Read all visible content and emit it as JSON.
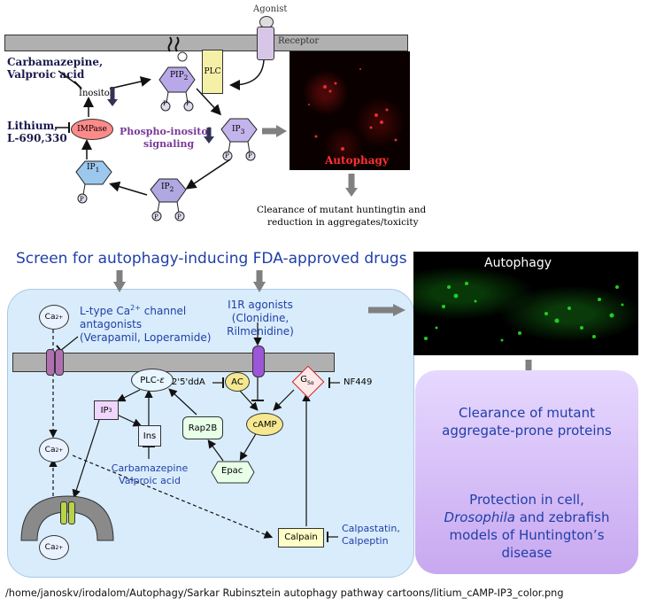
{
  "top": {
    "agonist": "Agonist",
    "receptor": "Receptor",
    "plc": "PLC",
    "pip2": "PIP",
    "pip2_sub": "2",
    "ip3": "IP",
    "ip3_sub": "3",
    "ip2": "IP",
    "ip2_sub": "2",
    "ip1": "IP",
    "ip1_sub": "1",
    "p": "P",
    "carbamazepine": "Carbamazepine,",
    "valproic": "Valproic acid",
    "inositol": "Inositol",
    "lithium": "Lithium,",
    "l690": "L-690,330",
    "impase": "IMPase",
    "phospho1": "Phospho-inositol",
    "phospho2": "signaling",
    "autophagy_label": "Autophagy",
    "clearance1": "Clearance of mutant huntingtin and",
    "clearance2": "reduction in aggregates/toxicity"
  },
  "bottom": {
    "screen_title": "Screen for autophagy-inducing FDA-approved drugs",
    "autophagy_label": "Autophagy",
    "ltype1": "L-type Ca",
    "ltype_sup": "2+",
    "ltype2": " channel",
    "ltype3": "antagonists",
    "ltype4": "(Verapamil, Loperamide)",
    "i1r1": "I1R agonists",
    "i1r2": "(Clonidine, Rilmenidine)",
    "ca": "Ca",
    "ca_sup": "2+",
    "plc": "PLC-",
    "plc_eps": "ε",
    "ddA": "2'5'ddA",
    "ac": "AC",
    "gsa": "G",
    "gsa_sub": "Sα",
    "nf449": "NF449",
    "ip3": "IP",
    "ip3_sub": "3",
    "ins": "Ins",
    "rap2b": "Rap2B",
    "camp": "cAMP",
    "epac": "Epac",
    "carb1": "Carbamazepine",
    "carb2": "Valproic acid",
    "calpain": "Calpain",
    "calpastatin1": "Calpastatin,",
    "calpastatin2": "Calpeptin",
    "clear1": "Clearance of mutant",
    "clear2": "aggregate-prone proteins",
    "prot1": "Protection in cell,",
    "prot2a": "Drosophila",
    "prot2b": " and zebrafish",
    "prot3": "models of Huntington’s",
    "prot4": "disease"
  },
  "footer": {
    "path": "/home/janoskv/irodalom/Autophagy/Sarkar Rubinsztein autophagy pathway cartoons/litium_cAMP-IP3_color.png"
  },
  "colors": {
    "navy": "#1a1a4e",
    "blue": "#1f3fa8",
    "purple": "#7a3a9a",
    "red": "#e03030",
    "green": "#22cc22",
    "panel_blue": "#d9ecfb",
    "lavender": "#c8a8f0"
  }
}
